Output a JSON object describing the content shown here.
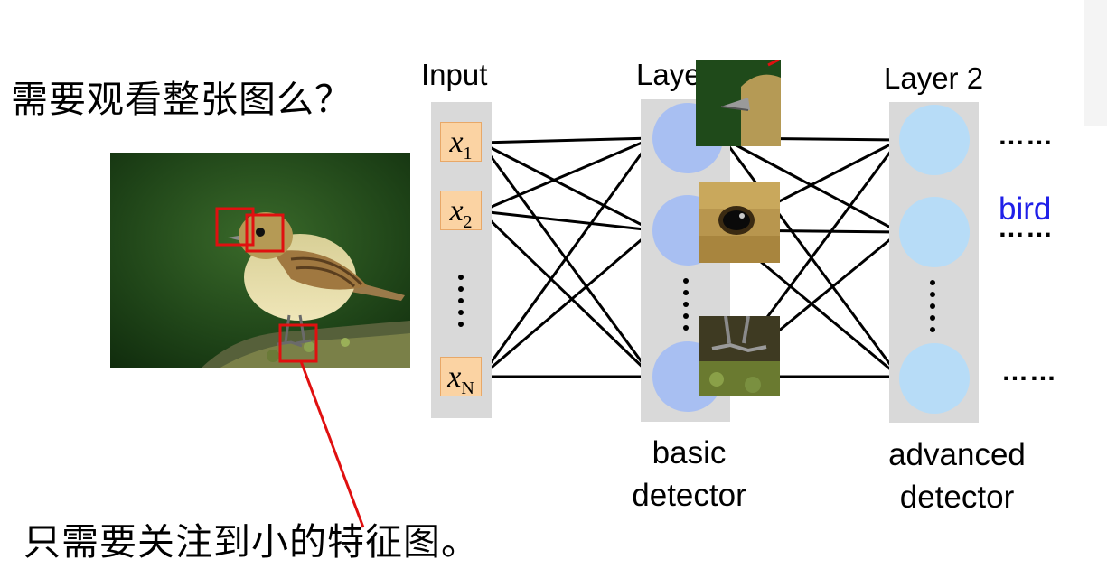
{
  "question": "需要观看整张图么？",
  "answer": "只需要关注到小的特征图。",
  "network": {
    "input_title": "Input",
    "layer1_title": "Layer 1",
    "layer2_title": "Layer 2",
    "inputs": [
      {
        "var": "x",
        "sub": "1"
      },
      {
        "var": "x",
        "sub": "2"
      },
      {
        "var": "x",
        "sub": "N"
      }
    ],
    "layer1_caption_line1": "basic",
    "layer1_caption_line2": "detector",
    "layer2_caption_line1": "advanced",
    "layer2_caption_line2": "detector",
    "output_dots_top": "……",
    "output_label": "bird",
    "output_dots_mid": "……",
    "output_dots_bottom": "……"
  },
  "colors": {
    "panel": "#d9d9d9",
    "input_box": "#fbd3a3",
    "layer1_node": "#a8bff2",
    "layer2_node": "#b7dcf7",
    "highlight_box": "#e01010",
    "output_label": "#2020e8"
  }
}
